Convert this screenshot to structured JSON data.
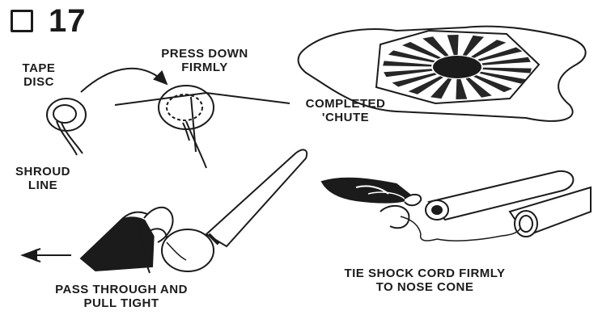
{
  "step": {
    "number": "17"
  },
  "labels": {
    "tape_disc_1": "TAPE",
    "tape_disc_2": "DISC",
    "press_1": "PRESS DOWN",
    "press_2": "FIRMLY",
    "completed_1": "COMPLETED",
    "completed_2": "'CHUTE",
    "shroud_1": "SHROUD",
    "shroud_2": "LINE",
    "pass_1": "PASS THROUGH AND",
    "pass_2": "PULL TIGHT",
    "tie_1": "TIE SHOCK CORD FIRMLY",
    "tie_2": "TO NOSE CONE"
  }
}
